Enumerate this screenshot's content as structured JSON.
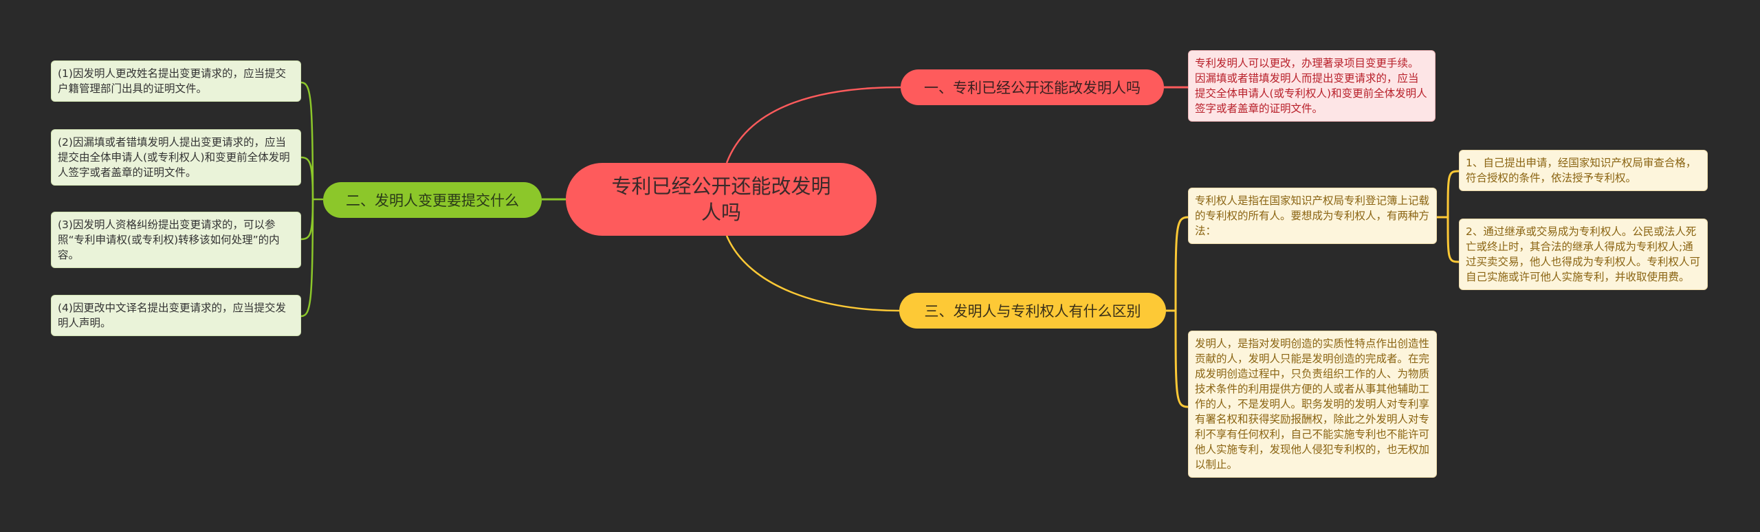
{
  "root": {
    "label": "专利已经公开还能改发明人吗",
    "color": "#fe5b5c"
  },
  "branches": [
    {
      "id": "b1",
      "label": "一、专利已经公开还能改发明人吗",
      "color": "#fe5b5c",
      "side": "right",
      "children": [
        {
          "text": "专利发明人可以更改，办理著录项目变更手续。因漏填或者错填发明人而提出变更请求的，应当提交全体申请人(或专利权人)和变更前全体发明人签字或者盖章的证明文件。"
        }
      ]
    },
    {
      "id": "b2",
      "label": "二、发明人变更要提交什么",
      "color": "#8cc72a",
      "side": "left",
      "children": [
        {
          "text": "(1)因发明人更改姓名提出变更请求的，应当提交户籍管理部门出具的证明文件。"
        },
        {
          "text": "(2)因漏填或者错填发明人提出变更请求的，应当提交由全体申请人(或专利权人)和变更前全体发明人签字或者盖章的证明文件。"
        },
        {
          "text": "(3)因发明人资格纠纷提出变更请求的，可以参照“专利申请权(或专利权)转移该如何处理”的内容。"
        },
        {
          "text": "(4)因更改中文译名提出变更请求的，应当提交发明人声明。"
        }
      ]
    },
    {
      "id": "b3",
      "label": "三、发明人与专利权人有什么区别",
      "color": "#fdc936",
      "side": "right",
      "children": [
        {
          "text": "专利权人是指在国家知识产权局专利登记簿上记载的专利权的所有人。要想成为专利权人，有两种方法：",
          "children": [
            {
              "text": "1、自己提出申请，经国家知识产权局审查合格，符合授权的条件，依法授予专利权。"
            },
            {
              "text": "2、通过继承或交易成为专利权人。公民或法人死亡或终止时，其合法的继承人得成为专利权人;通过买卖交易，他人也得成为专利权人。专利权人可自己实施或许可他人实施专利，并收取使用费。"
            }
          ]
        },
        {
          "text": "发明人，是指对发明创造的实质性特点作出创造性贡献的人，发明人只能是发明创造的完成者。在完成发明创造过程中，只负责组织工作的人、为物质技术条件的利用提供方便的人或者从事其他辅助工作的人，不是发明人。职务发明的发明人对专利享有署名权和获得奖励报酬权，除此之外发明人对专利不享有任何权利，自己不能实施专利也不能许可他人实施专利，发现他人侵犯专利权的，也无权加以制止。"
        }
      ]
    }
  ],
  "colors": {
    "background": "#2a2a2a",
    "red_link": "#fe5b5c",
    "green_link": "#8cc72a",
    "yellow_link": "#fdc936"
  }
}
